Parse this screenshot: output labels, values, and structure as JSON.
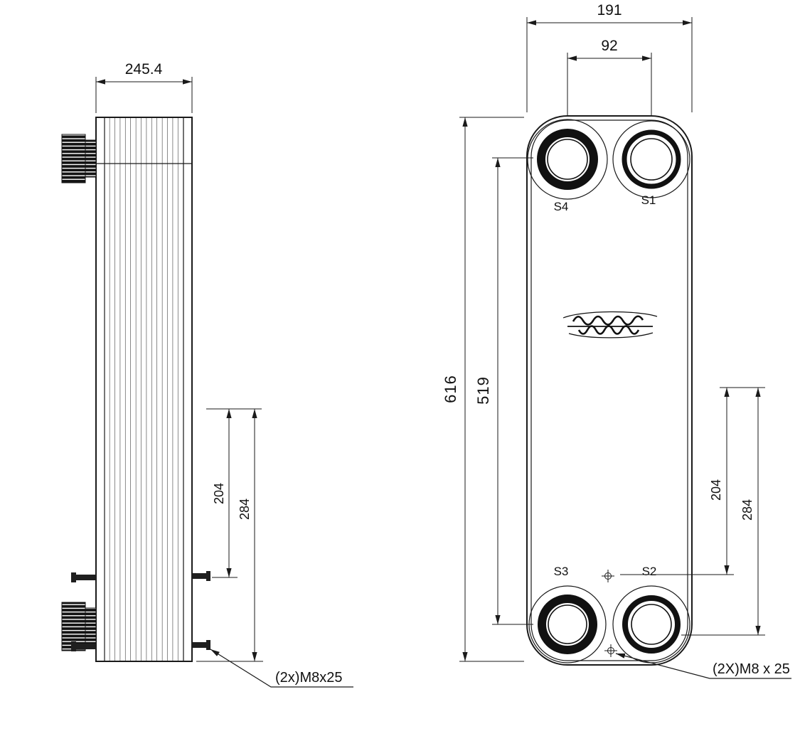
{
  "drawing_type": "plate-heat-exchanger-dimension-drawing",
  "side_view": {
    "dim_width": "245.4",
    "dim_stud_upper": "204",
    "dim_stud_lower": "284",
    "note_bolts": "(2x)M8x25"
  },
  "front_view": {
    "dim_width": "191",
    "dim_port_spacing": "92",
    "dim_height": "616",
    "dim_port_height": "519",
    "dim_right_upper": "204",
    "dim_right_lower": "284",
    "ports": {
      "s1": "S1",
      "s2": "S2",
      "s3": "S3",
      "s4": "S4"
    },
    "note_bolts": "(2X)M8 x 25"
  },
  "colors": {
    "line": "#1a1a1a",
    "background": "#ffffff"
  }
}
